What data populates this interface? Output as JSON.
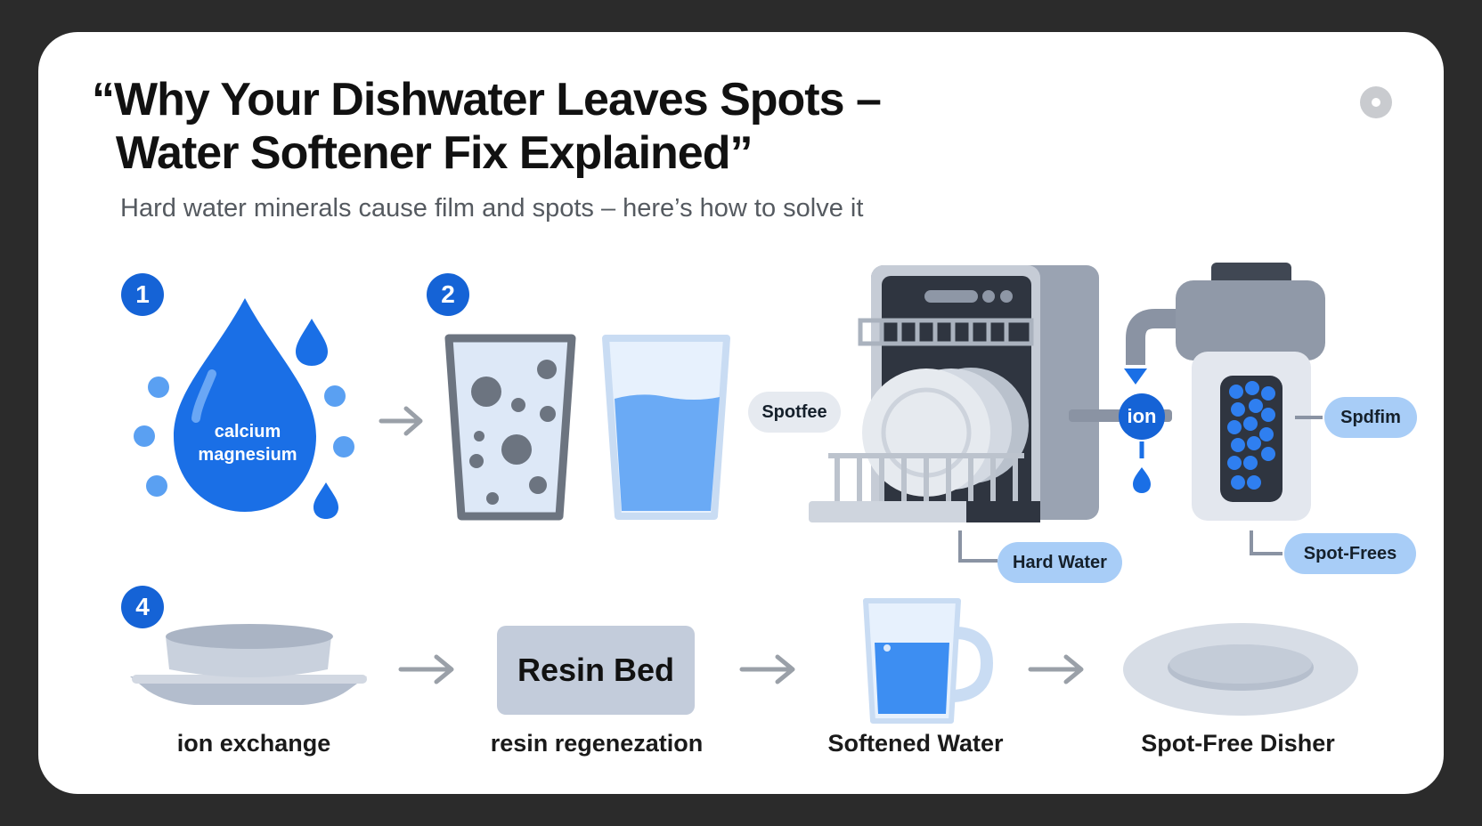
{
  "header": {
    "title": "“Why Your Dishwater Leaves Spots –\n  Water Softener Fix Explained”",
    "subtitle": "Hard water minerals cause film and spots – here’s how to solve it"
  },
  "steps": {
    "step1": {
      "badge": "1",
      "drop_line1": "calcium",
      "drop_line2": "magnesium"
    },
    "step2": {
      "badge": "2"
    },
    "step4": {
      "badge": "4"
    }
  },
  "labels": {
    "spotfee": "Spotfee",
    "ion": "ion",
    "spdfim": "Spdfim",
    "hard_water": "Hard Water",
    "spot_frees": "Spot-Frees",
    "resin_bed": "Resin Bed"
  },
  "captions": {
    "ion_exchange": "ion exchange",
    "resin_regen": "resin regenezation",
    "softened_water": "Softened Water",
    "spot_free_dishes": "Spot-Free Disher"
  },
  "icons": [
    "water-drop-icon",
    "arrow-right-icon",
    "spotted-glass-icon",
    "clear-glass-icon",
    "dishwasher-icon",
    "water-softener-icon",
    "bowl-icon",
    "mug-icon",
    "plate-icon"
  ],
  "colors": {
    "accent_blue": "#1563d6",
    "light_blue": "#a8cdf7",
    "water_blue": "#6aaaf5",
    "gray": "#8a93a3",
    "dark": "#2f3540"
  }
}
